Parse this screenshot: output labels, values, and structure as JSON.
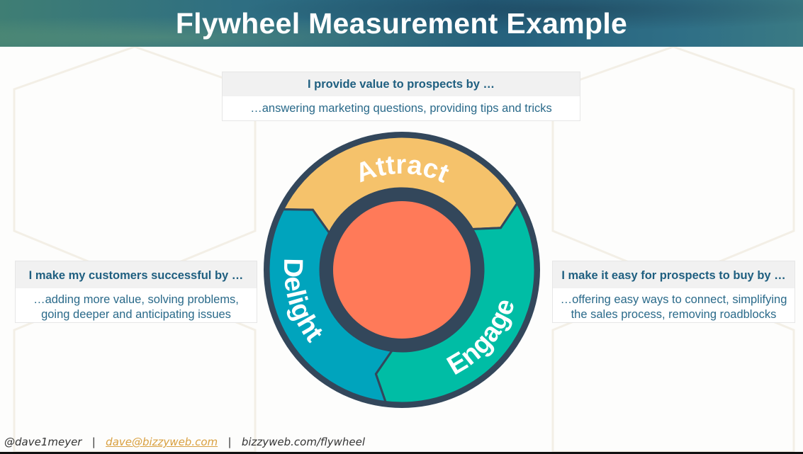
{
  "header": {
    "title": "Flywheel Measurement Example"
  },
  "boxes": {
    "attract": {
      "heading": "I provide value to prospects by …",
      "body": "…answering marketing questions, providing tips and tricks"
    },
    "delight": {
      "heading": "I make my customers successful by …",
      "body_1": "…adding more value, solving problems,",
      "body_2": "going deeper and anticipating issues"
    },
    "engage": {
      "heading": "I make it easy for prospects to buy by …",
      "body_1": "…offering easy ways to connect, simplifying",
      "body_2": "the sales process, removing roadblocks"
    }
  },
  "flywheel": {
    "segments": [
      {
        "label": "Attract",
        "color": "#f5c26b"
      },
      {
        "label": "Engage",
        "color": "#00bda5"
      },
      {
        "label": "Delight",
        "color": "#00a4bd"
      }
    ],
    "hub_color": "#ff7a59",
    "ring_color": "#33475b"
  },
  "footer": {
    "handle": "@dave1meyer",
    "sep": "|",
    "email": "dave@bizzyweb.com",
    "url": "bizzyweb.com/flywheel"
  }
}
